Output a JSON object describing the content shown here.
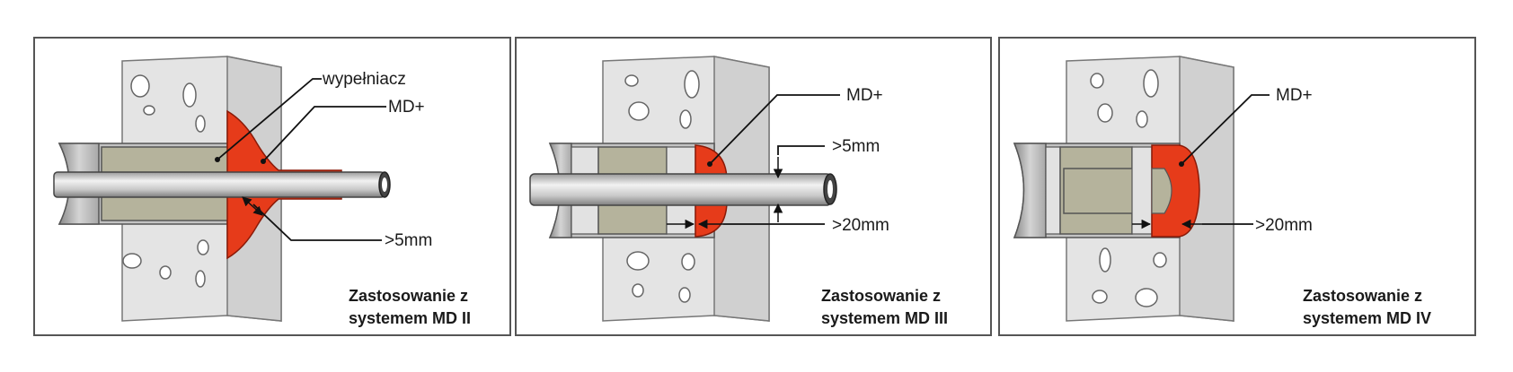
{
  "panels": [
    {
      "labels": [
        "wypełniacz",
        "MD+",
        ">5mm"
      ],
      "caption": [
        "Zastosowanie z",
        "systemem MD II"
      ]
    },
    {
      "labels": [
        "MD+",
        ">5mm",
        ">20mm"
      ],
      "caption": [
        "Zastosowanie z",
        "systemem MD III"
      ]
    },
    {
      "labels": [
        "MD+",
        ">20mm"
      ],
      "caption": [
        "Zastosowanie z",
        "systemem MD IV"
      ]
    }
  ],
  "colors": {
    "wall": "#e6e6e6",
    "wall_side": "#d2d2d2",
    "sleeve": "#c9c9c9",
    "filler": "#b3b29a",
    "sealant": "#e8401c",
    "pipe": "#d6d6d6"
  }
}
